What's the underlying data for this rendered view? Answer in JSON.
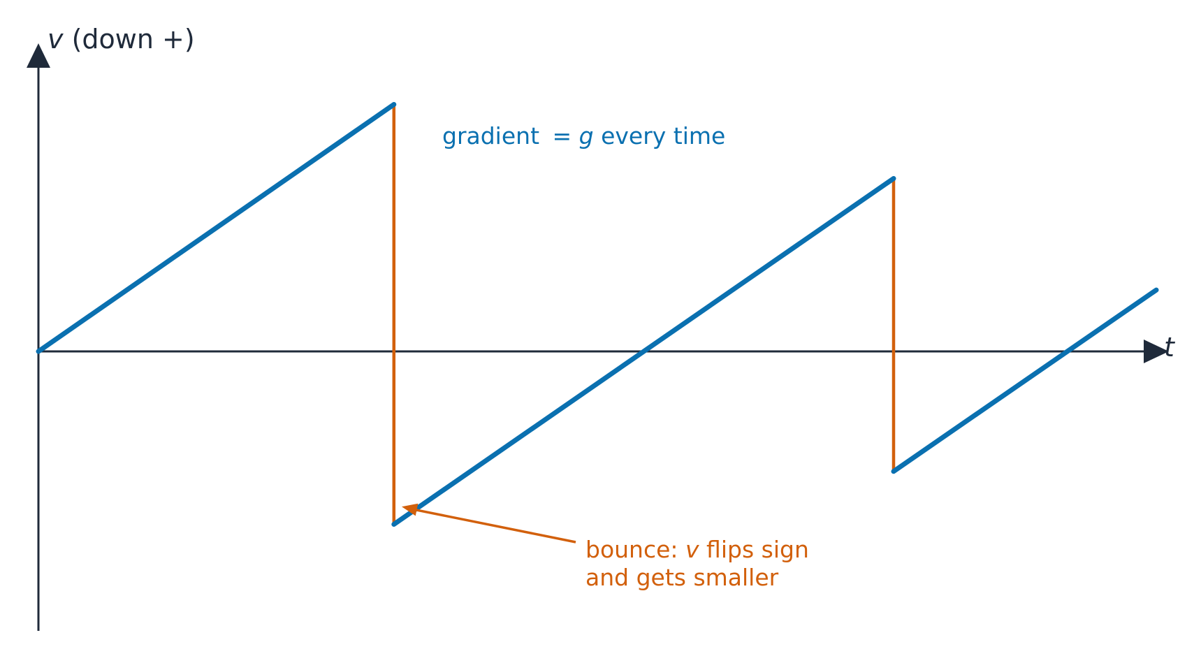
{
  "colors": {
    "axis": "#1f2a3a",
    "velocity": "#0a70b0",
    "bounce": "#d2600c"
  },
  "labels": {
    "y_axis_var": "v",
    "y_axis_suffix": " (down +)",
    "x_axis_var": "t",
    "gradient_prefix": "gradient ",
    "gradient_eq": "= ",
    "gradient_var": "g",
    "gradient_suffix": " every time",
    "bounce_line1_prefix": "bounce: ",
    "bounce_line1_var": "v",
    "bounce_line1_suffix": " flips sign",
    "bounce_line2": "and gets smaller"
  },
  "chart_data": {
    "type": "line",
    "xlabel": "t",
    "ylabel": "v (down +)",
    "xlim": [
      0,
      10
    ],
    "ylim": [
      -5,
      5.5
    ],
    "series": [
      {
        "role": "velocity",
        "x": [
          0,
          3.18
        ],
        "y": [
          0,
          3.5
        ]
      },
      {
        "role": "velocity",
        "x": [
          3.18,
          7.65
        ],
        "y": [
          -2.45,
          2.45
        ]
      },
      {
        "role": "velocity",
        "x": [
          7.65,
          10.0
        ],
        "y": [
          -1.7,
          0.87
        ]
      }
    ],
    "bounces": [
      {
        "x": 3.18,
        "from": 3.5,
        "to": -2.45
      },
      {
        "x": 7.65,
        "from": 2.45,
        "to": -1.7
      }
    ],
    "annotations": [
      {
        "text": "gradient = g every time"
      },
      {
        "text": "bounce: v flips sign and gets smaller",
        "points_to": {
          "x": 3.25,
          "y": -2.2
        }
      }
    ]
  }
}
